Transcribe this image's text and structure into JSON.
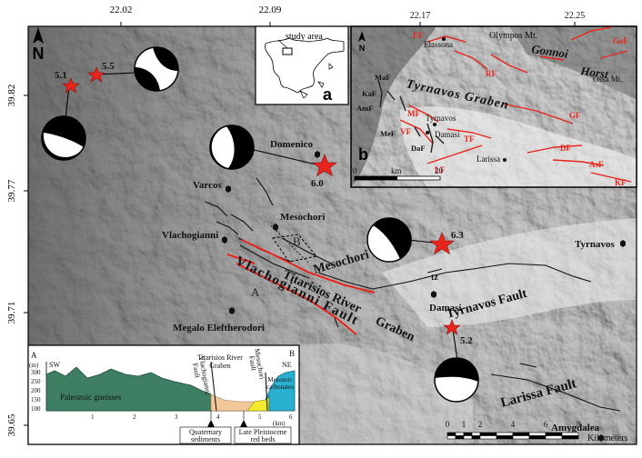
{
  "axes": {
    "top_ticks": [
      "22.02",
      "22.09"
    ],
    "left_ticks": [
      "39.82",
      "39.77",
      "39.71",
      "39.65"
    ]
  },
  "north_main": "N",
  "places": {
    "domenico": "Domenico",
    "varcos": "Varcos",
    "mesochori": "Mesochori",
    "vlachogianni": "Vlachogianni",
    "damasi": "Damasi",
    "tyrnavos": "Tyrnavos",
    "megalo": "Megalo Eleftherodori",
    "amygdalea": "Amygdalea",
    "tz": "tz"
  },
  "faults": {
    "mesochori": "Mesochori Fault",
    "vlachogianni": "Vlachogianni Fault",
    "tyrnavos": "Tyrnavos Fault",
    "larissa": "Larissa Fault"
  },
  "graben": {
    "river": "Titarisios River",
    "graben": "Graben"
  },
  "section_labels": {
    "a": "A",
    "b": "B"
  },
  "magnitudes": {
    "m51": "5.1",
    "m55": "5.5",
    "m60": "6.0",
    "m63": "6.3",
    "m52": "5.2"
  },
  "inset_a": {
    "study_area": "study area",
    "letter": "a"
  },
  "inset_b": {
    "letter": "b",
    "ticks": [
      "22.17",
      "22.25"
    ],
    "north": "N",
    "places": {
      "elassona": "Elassona",
      "olympos": "Olympos Mt.",
      "ossa": "Ossa Mt.",
      "tyrnavos": "Tyrnavos",
      "damasi": "Damasi",
      "larissa": "Larissa"
    },
    "words": {
      "gonnoi": "Gonnoi",
      "horst": "Horst",
      "tyrnavos_graben": "Tyrnavos Graben"
    },
    "fault_abbr": {
      "ef": "EF",
      "gof": "GoF",
      "rf": "RF",
      "gf": "GF",
      "maf": "MaF",
      "kaf": "KaF",
      "amf": "AmF",
      "mf": "MF",
      "vf": "VF",
      "tf": "TF",
      "mef": "MeF",
      "daf": "DaF",
      "df": "DF",
      "asf": "AsF",
      "lf": "LF",
      "kf": "KF"
    },
    "scale": {
      "zero": "0",
      "km": "km",
      "twenty": "20"
    }
  },
  "cross_section": {
    "sw": "SW",
    "ne": "NE",
    "a": "A",
    "b": "B",
    "unit": "(m)",
    "km": "(km)",
    "y_ticks": [
      "300",
      "250",
      "200",
      "150",
      "100"
    ],
    "x_ticks": [
      "1",
      "2",
      "3",
      "4",
      "5",
      "6"
    ],
    "paleozoic": "Paleozoic gneisses",
    "vlach_fault_1": "Vlachogianni",
    "vlach_fault_2": "Fault",
    "titarisios_1": "Titarisios River",
    "titarisios_2": "Graben",
    "meso_fault_1": "Mesochori",
    "meso_fault_2": "Fault",
    "mesozoic_1": "Mesozoic",
    "mesozoic_2": "carbonates",
    "quaternary_1": "Quaternary",
    "quaternary_2": "sediments",
    "pleistocene_1": "Late Pleistocene",
    "pleistocene_2": "red beds"
  },
  "scale_bar": {
    "ticks": [
      "0",
      "1",
      "2",
      "4",
      "6",
      "8"
    ],
    "unit": "Kilometers"
  },
  "colors": {
    "fault_red": "#e8241c",
    "star_red": "#e8241c",
    "gneiss": "#3e7f63",
    "carbonate": "#29b0d0",
    "sediment": "#f2c79a",
    "redbed": "#f2ea2a"
  }
}
